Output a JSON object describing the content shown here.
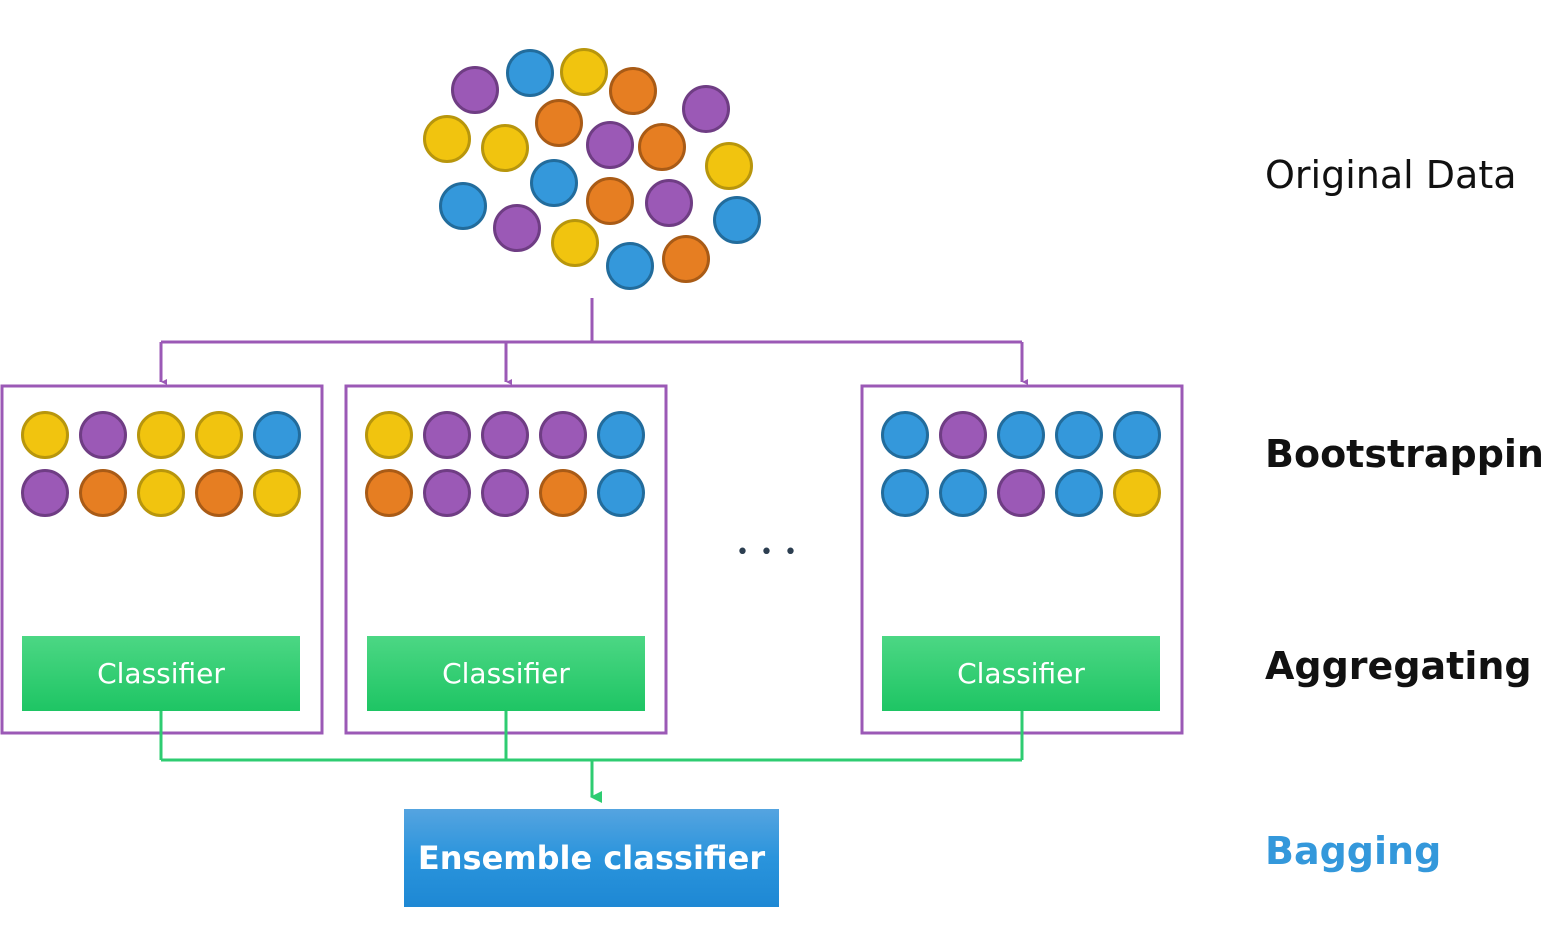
{
  "colors": {
    "purple": {
      "fill": "#9b59b6",
      "stroke": "#6f3d84"
    },
    "blue": {
      "fill": "#3498db",
      "stroke": "#226c9c"
    },
    "yellow": {
      "fill": "#f1c40f",
      "stroke": "#b8960c"
    },
    "orange": {
      "fill": "#e67e22",
      "stroke": "#a95b16"
    },
    "box_border": "#9b59b6",
    "connector_green": "#2ecc71",
    "bagging_label": "#3498db",
    "dots": "#2c3e50"
  },
  "original_data": [
    "purple",
    "blue",
    "yellow",
    "orange",
    "purple",
    "yellow",
    "yellow",
    "orange",
    "purple",
    "orange",
    "yellow",
    "blue",
    "orange",
    "purple",
    "blue",
    "purple",
    "yellow",
    "blue",
    "orange",
    "blue"
  ],
  "samples": [
    {
      "circles": [
        "yellow",
        "purple",
        "yellow",
        "yellow",
        "blue",
        "purple",
        "orange",
        "yellow",
        "orange",
        "yellow"
      ],
      "classifier": "Classifier"
    },
    {
      "circles": [
        "yellow",
        "purple",
        "purple",
        "purple",
        "blue",
        "orange",
        "purple",
        "purple",
        "orange",
        "blue"
      ],
      "classifier": "Classifier"
    },
    {
      "circles": [
        "blue",
        "purple",
        "blue",
        "blue",
        "blue",
        "blue",
        "blue",
        "purple",
        "blue",
        "yellow"
      ],
      "classifier": "Classifier"
    }
  ],
  "ellipsis": "• • •",
  "ensemble": "Ensemble classifier",
  "labels": {
    "original": "Original Data",
    "bootstrapping": "Bootstrapping",
    "aggregating": "Aggregating",
    "bagging": "Bagging"
  }
}
